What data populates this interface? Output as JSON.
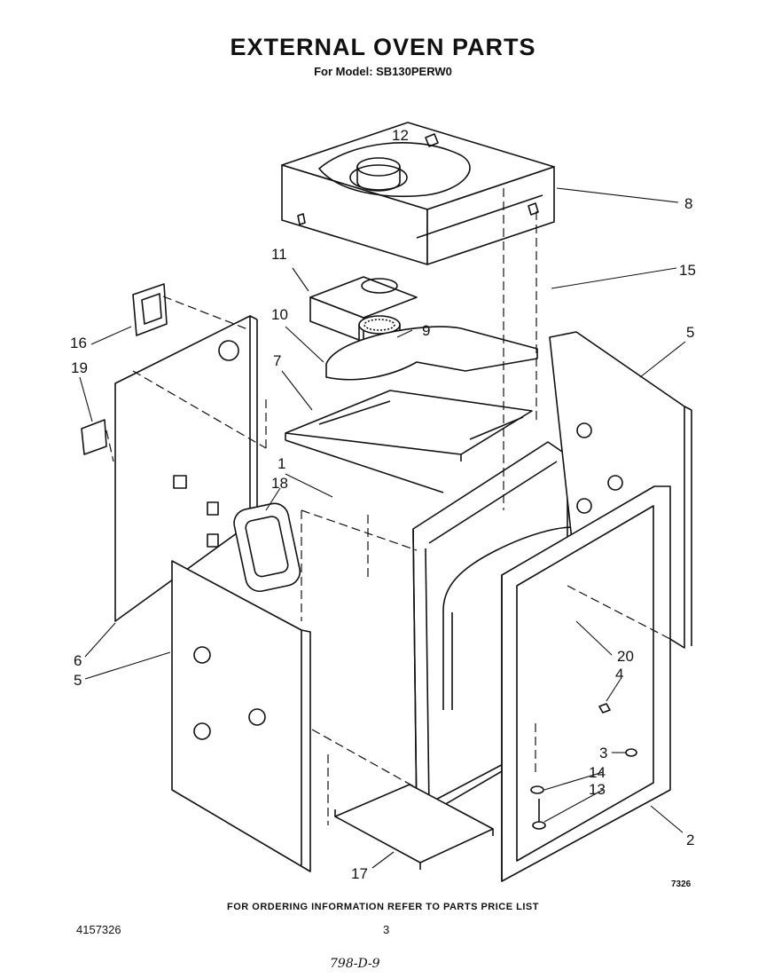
{
  "header": {
    "title": "EXTERNAL OVEN PARTS",
    "subtitle": "For Model: SB130PERW0"
  },
  "parts": {
    "p1": "1",
    "p2": "2",
    "p3": "3",
    "p4": "4",
    "p5a": "5",
    "p5b": "5",
    "p6": "6",
    "p7": "7",
    "p8": "8",
    "p9": "9",
    "p10": "10",
    "p11": "11",
    "p12": "12",
    "p13": "13",
    "p14": "14",
    "p15": "15",
    "p16": "16",
    "p17": "17",
    "p18": "18",
    "p19": "19",
    "p20": "20"
  },
  "footer": {
    "ordering_info": "FOR ORDERING INFORMATION REFER TO PARTS PRICE LIST",
    "document_number": "4157326",
    "page_number": "3",
    "figure_code": "7326",
    "handwritten_note": "798-D-9"
  }
}
